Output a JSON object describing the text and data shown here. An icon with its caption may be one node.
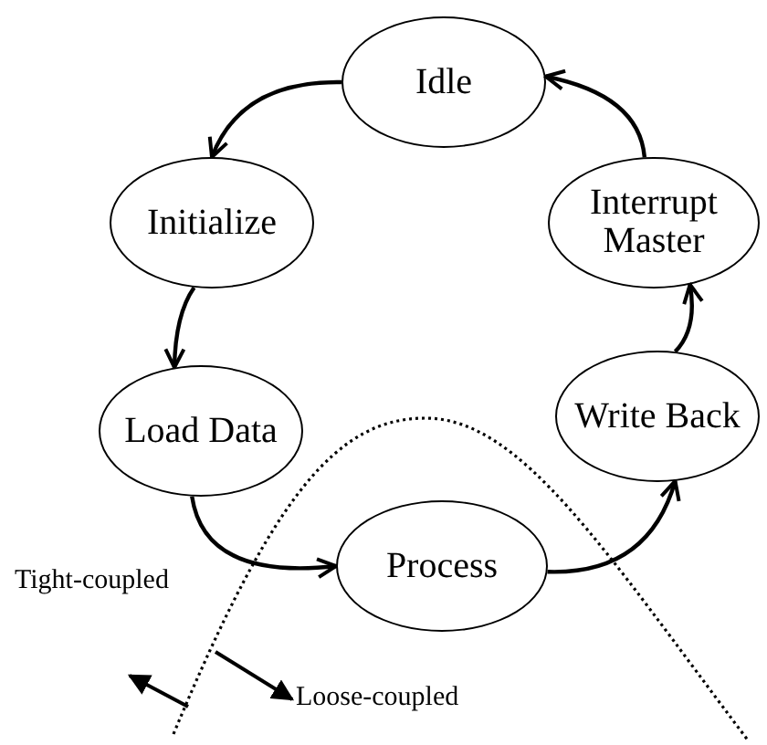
{
  "diagram": {
    "nodes": [
      {
        "text": [
          "Idle"
        ]
      },
      {
        "text": [
          "Initialize"
        ]
      },
      {
        "text": [
          "Interrupt Master"
        ]
      },
      {
        "text": [
          "Load Data"
        ]
      },
      {
        "text": [
          "Write Back"
        ]
      },
      {
        "text": [
          "Process"
        ]
      }
    ],
    "edges": [
      {
        "from": 0,
        "to": 1,
        "arrow": "to"
      },
      {
        "from": 1,
        "to": 3,
        "arrow": "to"
      },
      {
        "from": 3,
        "to": 5,
        "arrow": "to"
      },
      {
        "from": 5,
        "to": 4,
        "arrow": "to"
      },
      {
        "from": 4,
        "to": 2,
        "arrow": "to"
      },
      {
        "from": 2,
        "to": 0,
        "arrow": "to"
      }
    ],
    "labels": [
      "Tight-coupled",
      "Loose-coupled"
    ]
  }
}
